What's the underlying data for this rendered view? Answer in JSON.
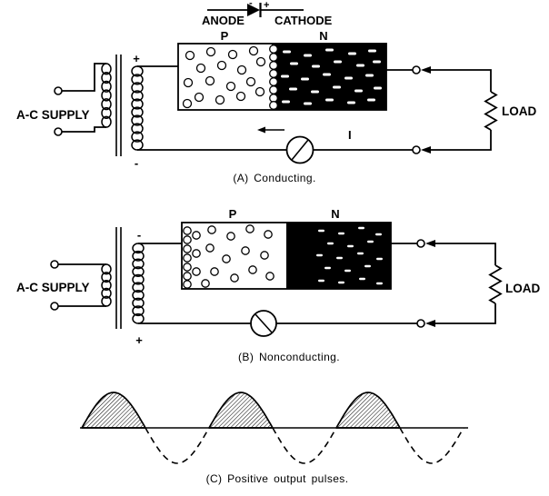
{
  "diode_symbol": {
    "anode_label": "ANODE",
    "cathode_label": "CATHODE",
    "anode_polarity": "-",
    "cathode_polarity": "+"
  },
  "panel_a": {
    "p_label": "P",
    "n_label": "N",
    "supply_label": "A-C SUPPLY",
    "secondary_top_polarity": "+",
    "secondary_bottom_polarity": "-",
    "load_label": "LOAD",
    "current_label": "I",
    "caption": "(A) Conducting."
  },
  "panel_b": {
    "p_label": "P",
    "n_label": "N",
    "supply_label": "A-C SUPPLY",
    "secondary_top_polarity": "-",
    "secondary_bottom_polarity": "+",
    "load_label": "LOAD",
    "caption": "(B) Nonconducting."
  },
  "panel_c": {
    "caption": "(C) Positive output pulses."
  },
  "colors": {
    "p_region": "#ffffff",
    "n_region": "#000000",
    "ink": "#000000"
  }
}
